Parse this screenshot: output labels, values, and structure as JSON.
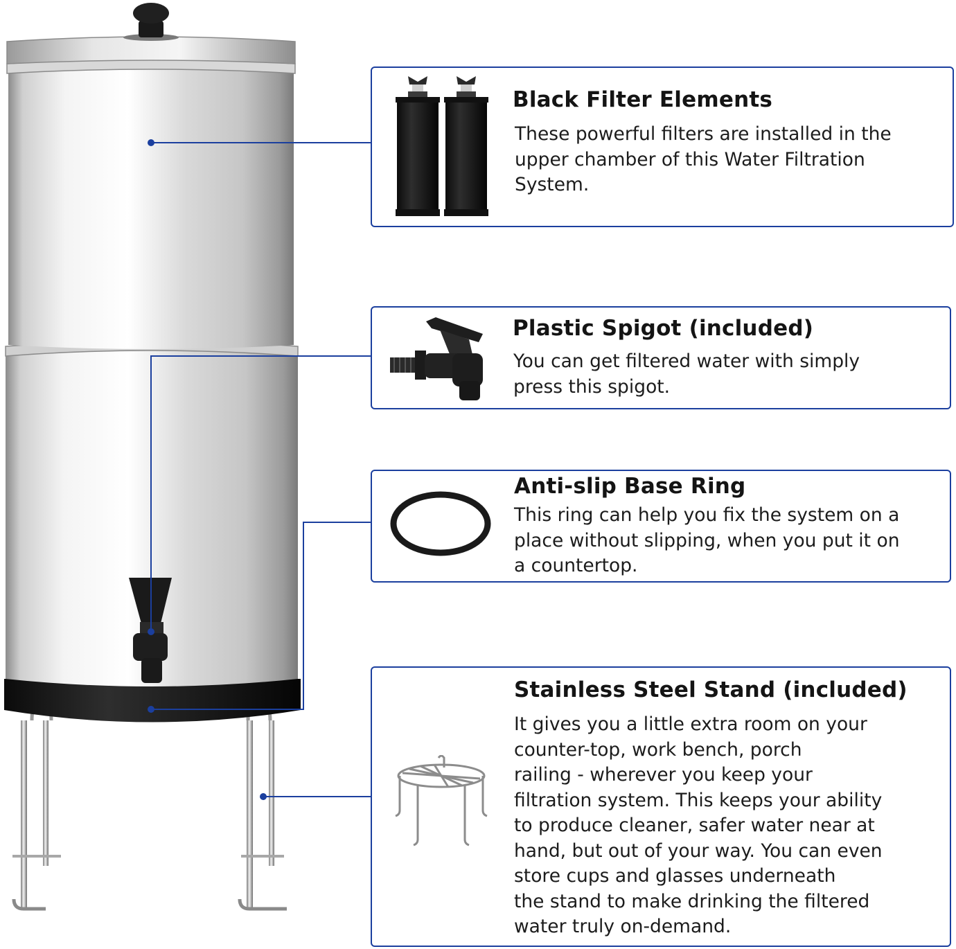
{
  "features": [
    {
      "title": "Black Filter Elements",
      "description": "These powerful filters are installed in the\nupper chamber of this Water  Filtration\nSystem.",
      "thumbnail_icon": "filter-cartridges-icon"
    },
    {
      "title": "Plastic Spigot (included)",
      "description": "You can get filtered water with simply\npress this spigot.",
      "thumbnail_icon": "spigot-icon"
    },
    {
      "title": "Anti-slip Base Ring",
      "description": "This ring can help you fix the system on a\nplace without slipping, when you put it on\na countertop.",
      "thumbnail_icon": "rubber-ring-icon"
    },
    {
      "title": "Stainless Steel Stand (included)",
      "description": "It gives you a little extra room on your\ncounter-top, work bench, porch\nrailing - wherever you keep your\nfiltration system. This keeps your ability\nto produce cleaner, safer water near at\nhand, but out of your way. You can even\nstore cups and glasses underneath\nthe stand to make drinking the filtered\nwater truly on-demand.",
      "thumbnail_icon": "wire-stand-icon"
    }
  ],
  "colors": {
    "callout_blue": "#1b3f9e",
    "steel_light": "#f2f2f2",
    "steel_dark": "#9a9a9a",
    "black_parts": "#1a1a1a"
  }
}
